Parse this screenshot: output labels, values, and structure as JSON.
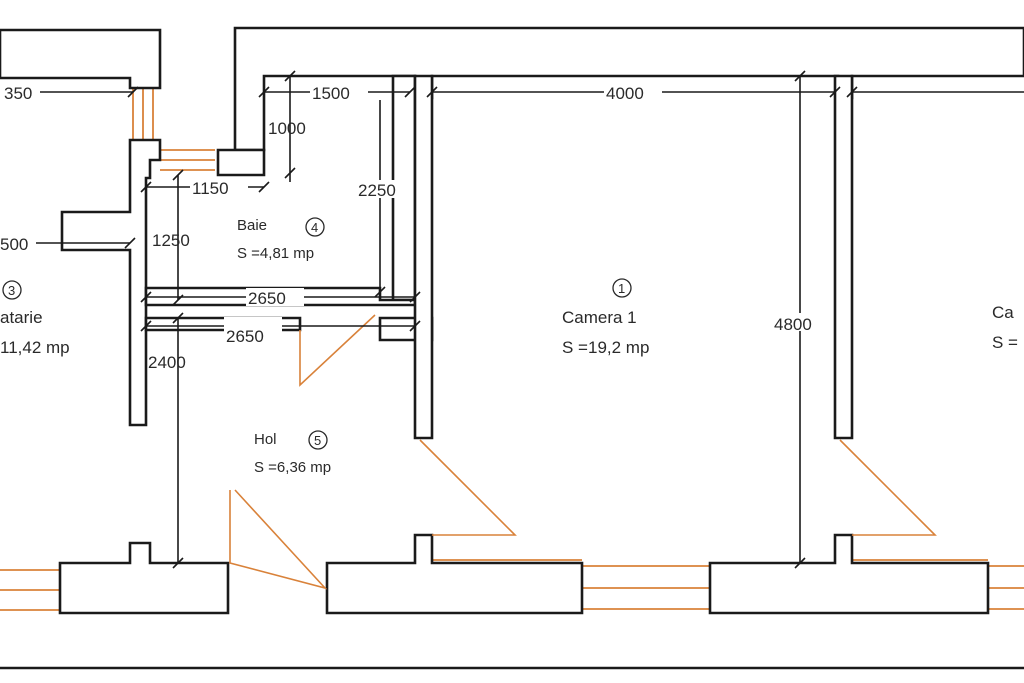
{
  "dimensions": {
    "d350": "350",
    "d1500": "1500",
    "d4000": "4000",
    "d1000": "1000",
    "d1150": "1150",
    "d2250": "2250",
    "d500": "500",
    "d1250": "1250",
    "d2650a": "2650",
    "d2650b": "2650",
    "d2400": "2400",
    "d4800": "4800"
  },
  "rooms": {
    "room3": {
      "number": "3",
      "name": "atarie",
      "area": "11,42 mp"
    },
    "room4": {
      "number": "4",
      "name": "Baie",
      "area": "S =4,81 mp"
    },
    "room1": {
      "number": "1",
      "name": "Camera 1",
      "area": "S =19,2 mp"
    },
    "room5": {
      "number": "5",
      "name": "Hol",
      "area": "S =6,36 mp"
    },
    "room2": {
      "name": "Ca",
      "area": "S ="
    }
  },
  "colors": {
    "wall": "#1a1a1a",
    "door_window": "#d9823a",
    "text": "#2a2a2a"
  }
}
